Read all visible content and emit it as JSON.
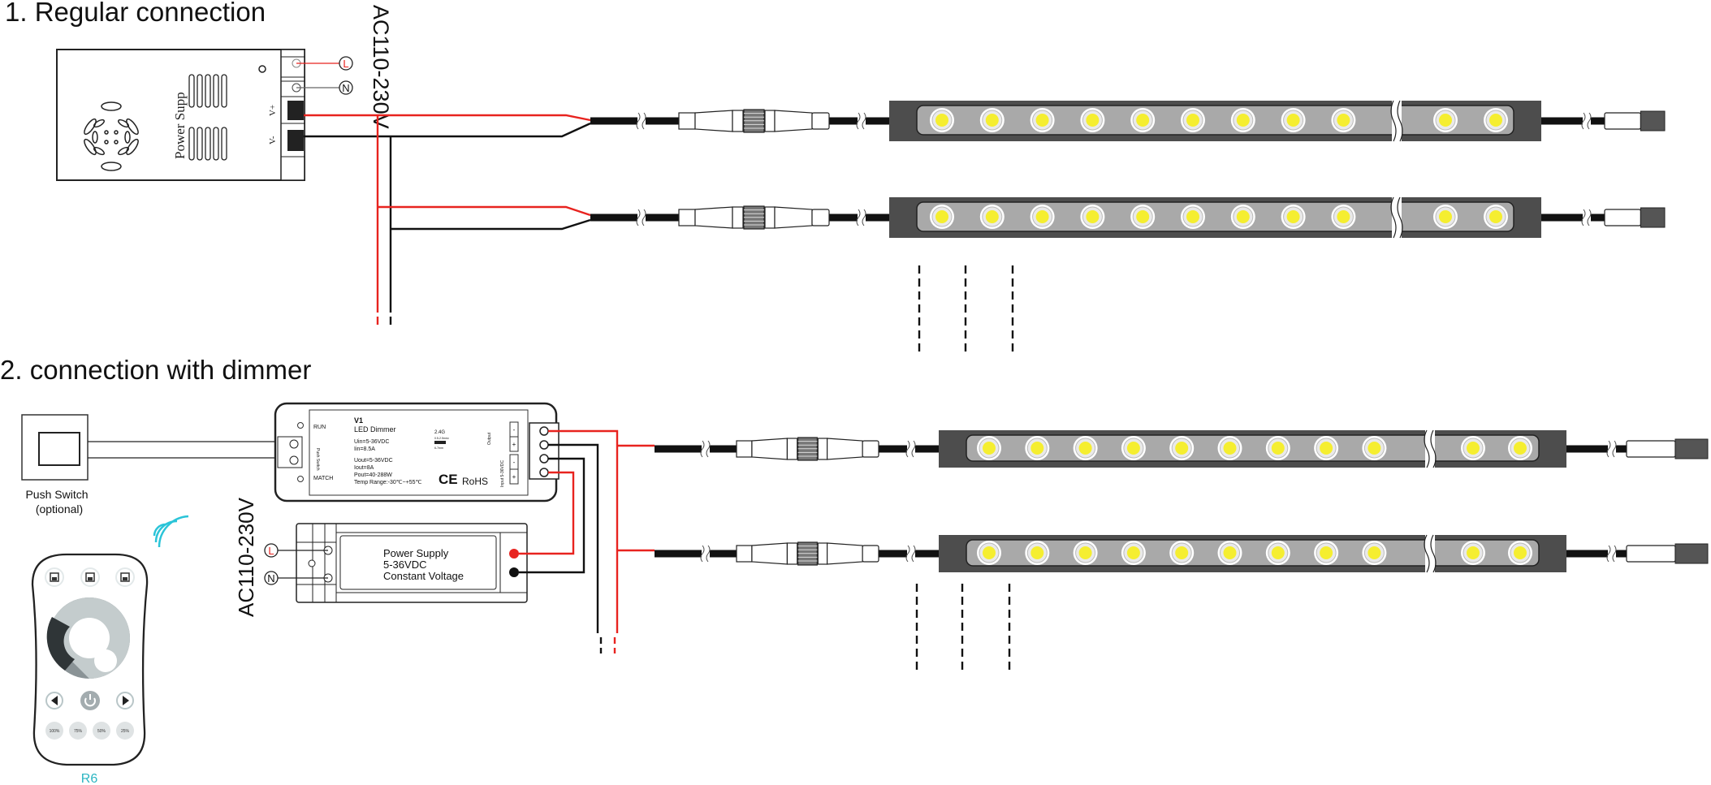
{
  "section1": {
    "title": "1. Regular connection",
    "ac_label": "AC110-230V",
    "psu_label": "Power Supp",
    "terminal_l": "L",
    "terminal_n": "N",
    "terminal_vplus": "V+",
    "terminal_vminus": "V-"
  },
  "section2": {
    "title": "2. connection with dimmer",
    "push_switch_label": "Push Switch",
    "push_switch_note": "(optional)",
    "ac_label": "AC110-230V",
    "terminal_l": "L",
    "terminal_n": "N",
    "dimmer": {
      "model": "V1",
      "name": "LED Dimmer",
      "uin": "Uin=5-36VDC",
      "iin": "Iin=8.5A",
      "uout": "Uout=5-36VDC",
      "iout": "Iout=8A",
      "pout": "Pout=40-288W",
      "temp": "Temp Range:-30℃~+55℃",
      "ce": "CE",
      "rohs": "RoHS",
      "run": "RUN",
      "match": "MATCH",
      "push_switch": "Push Switch",
      "freq": "2.4G",
      "wire_spec": "0.5-2.5mm²",
      "strip_len": "6-7mm",
      "output": "Output",
      "input": "Input 5-36VDC",
      "minus": "-",
      "plus": "+"
    },
    "psu": {
      "line1": "Power Supply",
      "line2": "5-36VDC",
      "line3": "Constant Voltage"
    },
    "remote": {
      "model": "R6",
      "presets": [
        "100%",
        "75%",
        "50%",
        "25%"
      ]
    }
  },
  "colors": {
    "live": "#e8231f",
    "neutral": "#111111",
    "wifi": "#2bc4d8",
    "strip_body": "#a9a9a9",
    "strip_cap": "#4d4d4d",
    "led": "#f5ee30"
  }
}
